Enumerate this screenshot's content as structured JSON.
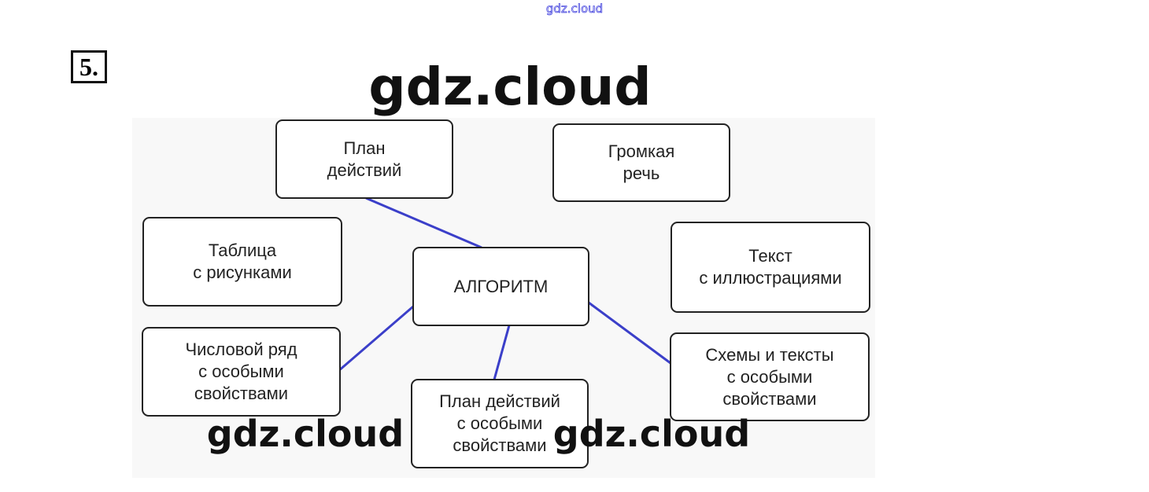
{
  "watermark_top": "gdz.cloud",
  "task_number": "5.",
  "watermarks": [
    "gdz.cloud",
    "gdz.cloud",
    "gdz.cloud"
  ],
  "line_color": "#3b3fc9",
  "nodes": {
    "center": "АЛГОРИТМ",
    "plan": "План\nдействий",
    "speech": "Громкая\nречь",
    "table": "Таблица\nс рисунками",
    "text_illustr": "Текст\nс иллюстрациями",
    "number_row": "Числовой ряд\nс особыми\nсвойствами",
    "plan_special": "План действий\nс особыми\nсвойствами",
    "schemes": "Схемы и тексты\nс особыми\nсвойствами"
  }
}
